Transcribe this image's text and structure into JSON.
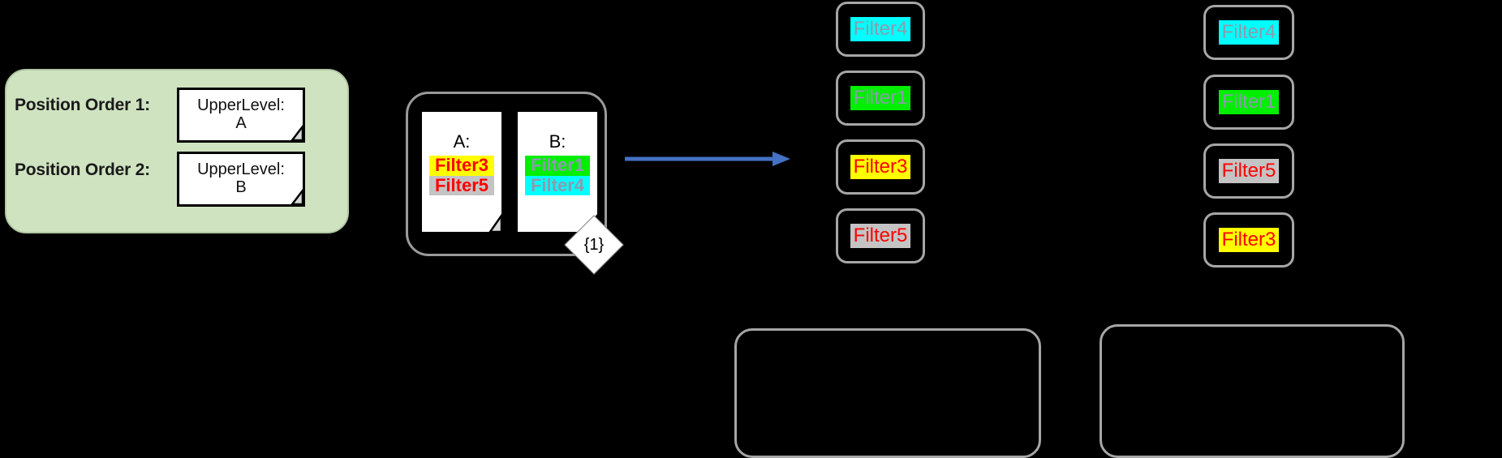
{
  "position_orders": {
    "panel_color": "#cfe3c0",
    "rows": [
      {
        "label": "Position Order 1:",
        "note_title": "UpperLevel:",
        "note_value": "A"
      },
      {
        "label": "Position Order 2:",
        "note_title": "UpperLevel:",
        "note_value": "B"
      }
    ]
  },
  "documents": {
    "multiplicity": "{1}",
    "items": [
      {
        "title": "A:",
        "lines": [
          {
            "text": "Filter3",
            "highlight": "#ffff00",
            "color": "#ff0000"
          },
          {
            "text": "Filter5",
            "highlight": "#c4c4c4",
            "color": "#ff0000"
          }
        ]
      },
      {
        "title": "B:",
        "lines": [
          {
            "text": "Filter1",
            "highlight": "#00ef00",
            "color": "#8c9bad"
          },
          {
            "text": "Filter4",
            "highlight": "#00ffff",
            "color": "#8c9bad"
          }
        ]
      }
    ]
  },
  "arrow": {
    "color": "#4472c4",
    "direction": "right"
  },
  "result_columns": [
    {
      "name": "result-column-1",
      "chips": [
        {
          "text": "Filter4",
          "highlight": "#00ffff",
          "color": "#8c9bad"
        },
        {
          "text": "Filter1",
          "highlight": "#00ef00",
          "color": "#8c9bad"
        },
        {
          "text": "Filter3",
          "highlight": "#ffff00",
          "color": "#ff0000"
        },
        {
          "text": "Filter5",
          "highlight": "#c4c4c4",
          "color": "#ff0000"
        }
      ],
      "bottom_panel": {
        "text": ""
      }
    },
    {
      "name": "result-column-2",
      "chips": [
        {
          "text": "Filter4",
          "highlight": "#00ffff",
          "color": "#8c9bad"
        },
        {
          "text": "Filter1",
          "highlight": "#00ef00",
          "color": "#8c9bad"
        },
        {
          "text": "Filter5",
          "highlight": "#c4c4c4",
          "color": "#ff0000"
        },
        {
          "text": "Filter3",
          "highlight": "#ffff00",
          "color": "#ff0000"
        }
      ],
      "bottom_panel": {
        "text": ""
      }
    }
  ],
  "palette": {
    "background": "#000000",
    "chip_border": "#a6a6a6",
    "container_border": "#9a9a9a",
    "note_border": "#000000"
  }
}
